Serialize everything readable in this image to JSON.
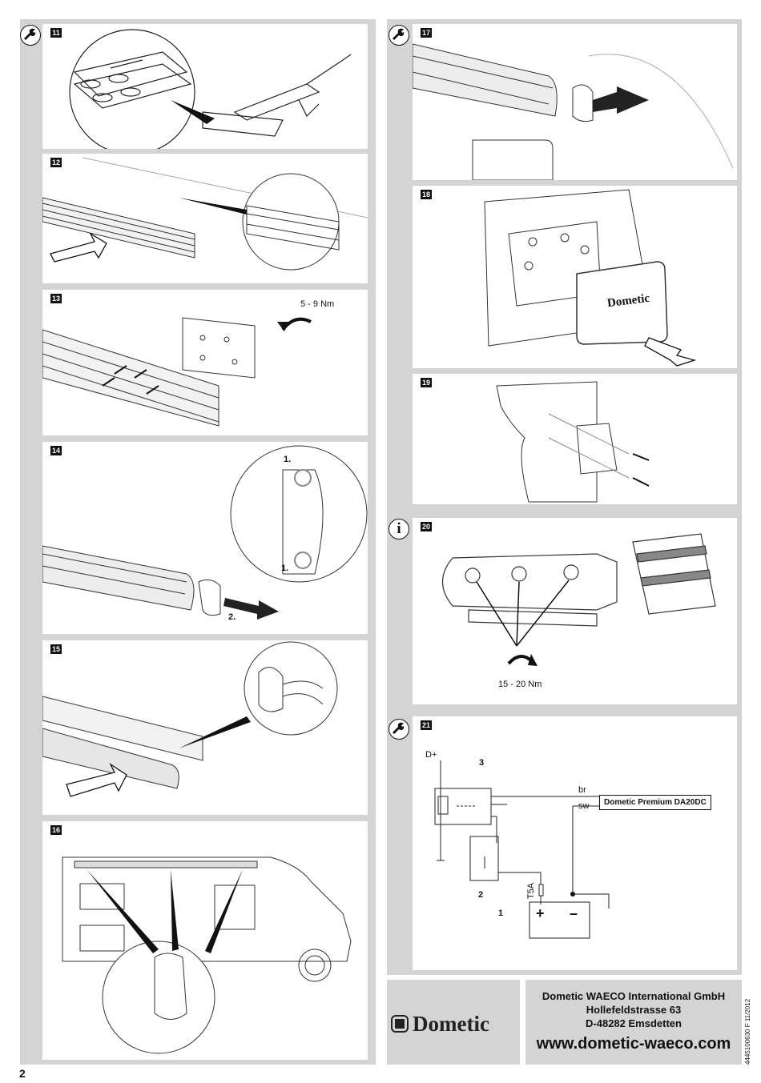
{
  "page": {
    "number": "2",
    "doc_code": "4445100630 F  11/2012"
  },
  "steps": [
    {
      "id": "11",
      "icon": "wrench-icon"
    },
    {
      "id": "12"
    },
    {
      "id": "13",
      "torque": "5 - 9 Nm"
    },
    {
      "id": "14",
      "marks": [
        "1.",
        "1.",
        "2."
      ]
    },
    {
      "id": "15"
    },
    {
      "id": "16"
    },
    {
      "id": "17",
      "icon": "wrench-icon"
    },
    {
      "id": "18",
      "brand": "Dometic"
    },
    {
      "id": "19"
    },
    {
      "id": "20",
      "icon": "info-icon",
      "torque": "15 - 20 Nm"
    },
    {
      "id": "21",
      "icon": "wrench-icon",
      "diagram": {
        "dplus": "D+",
        "relay": "3",
        "switch": "2",
        "battery": "1",
        "fuse": "T5A",
        "wire_br": "br",
        "wire_sw": "sw",
        "plus": "+",
        "minus": "–",
        "device": "Dometic Premium DA20DC"
      }
    }
  ],
  "footer": {
    "logo": "Dometic",
    "company": "Dometic WAECO International GmbH",
    "street": "Hollefeldstrasse 63",
    "city": "D-48282 Emsdetten",
    "website": "www.dometic-waeco.com"
  }
}
